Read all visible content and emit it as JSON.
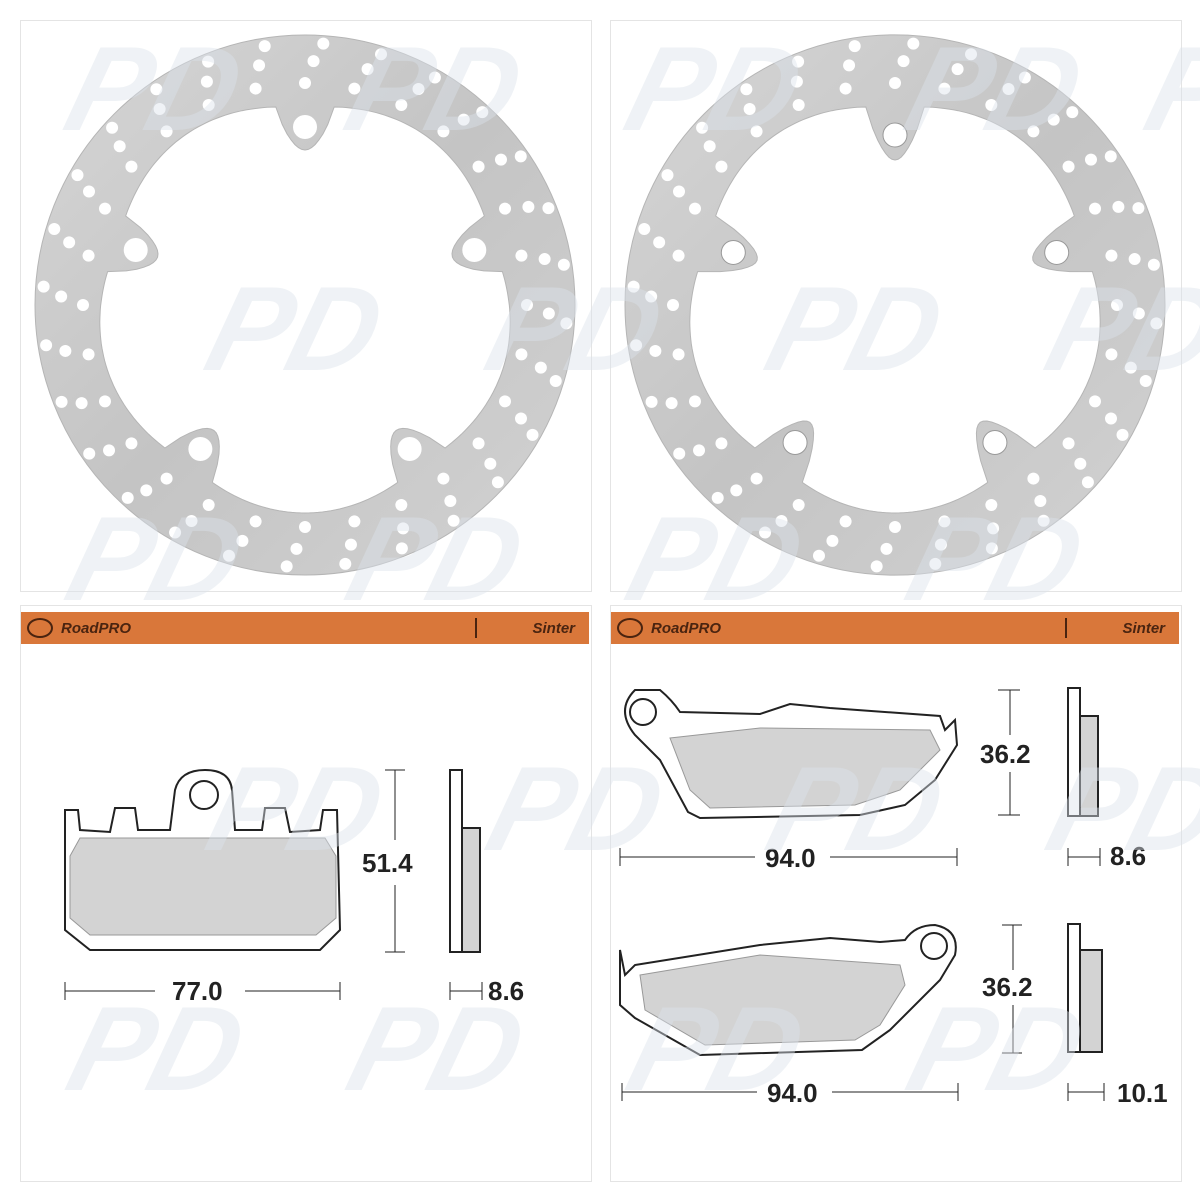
{
  "watermark": "PD",
  "discs": [
    {
      "name": "left-disc",
      "tab_style": "flush"
    },
    {
      "name": "right-disc",
      "tab_style": "raised"
    }
  ],
  "pad_panels": [
    {
      "brand": "RoadPRO",
      "compound": "Sinter",
      "pads": [
        {
          "width": "77.0",
          "height": "51.4",
          "thickness": "8.6"
        }
      ]
    },
    {
      "brand": "RoadPRO",
      "compound": "Sinter",
      "pads": [
        {
          "width": "94.0",
          "height": "36.2",
          "thickness": "8.6"
        },
        {
          "width": "94.0",
          "height": "36.2",
          "thickness": "10.1"
        }
      ]
    }
  ],
  "colors": {
    "header": "#d9773a",
    "header_text": "#4a2410",
    "disc": "#c9c9c9",
    "friction": "#d3d3d3",
    "watermark": "#dbe3ea"
  }
}
